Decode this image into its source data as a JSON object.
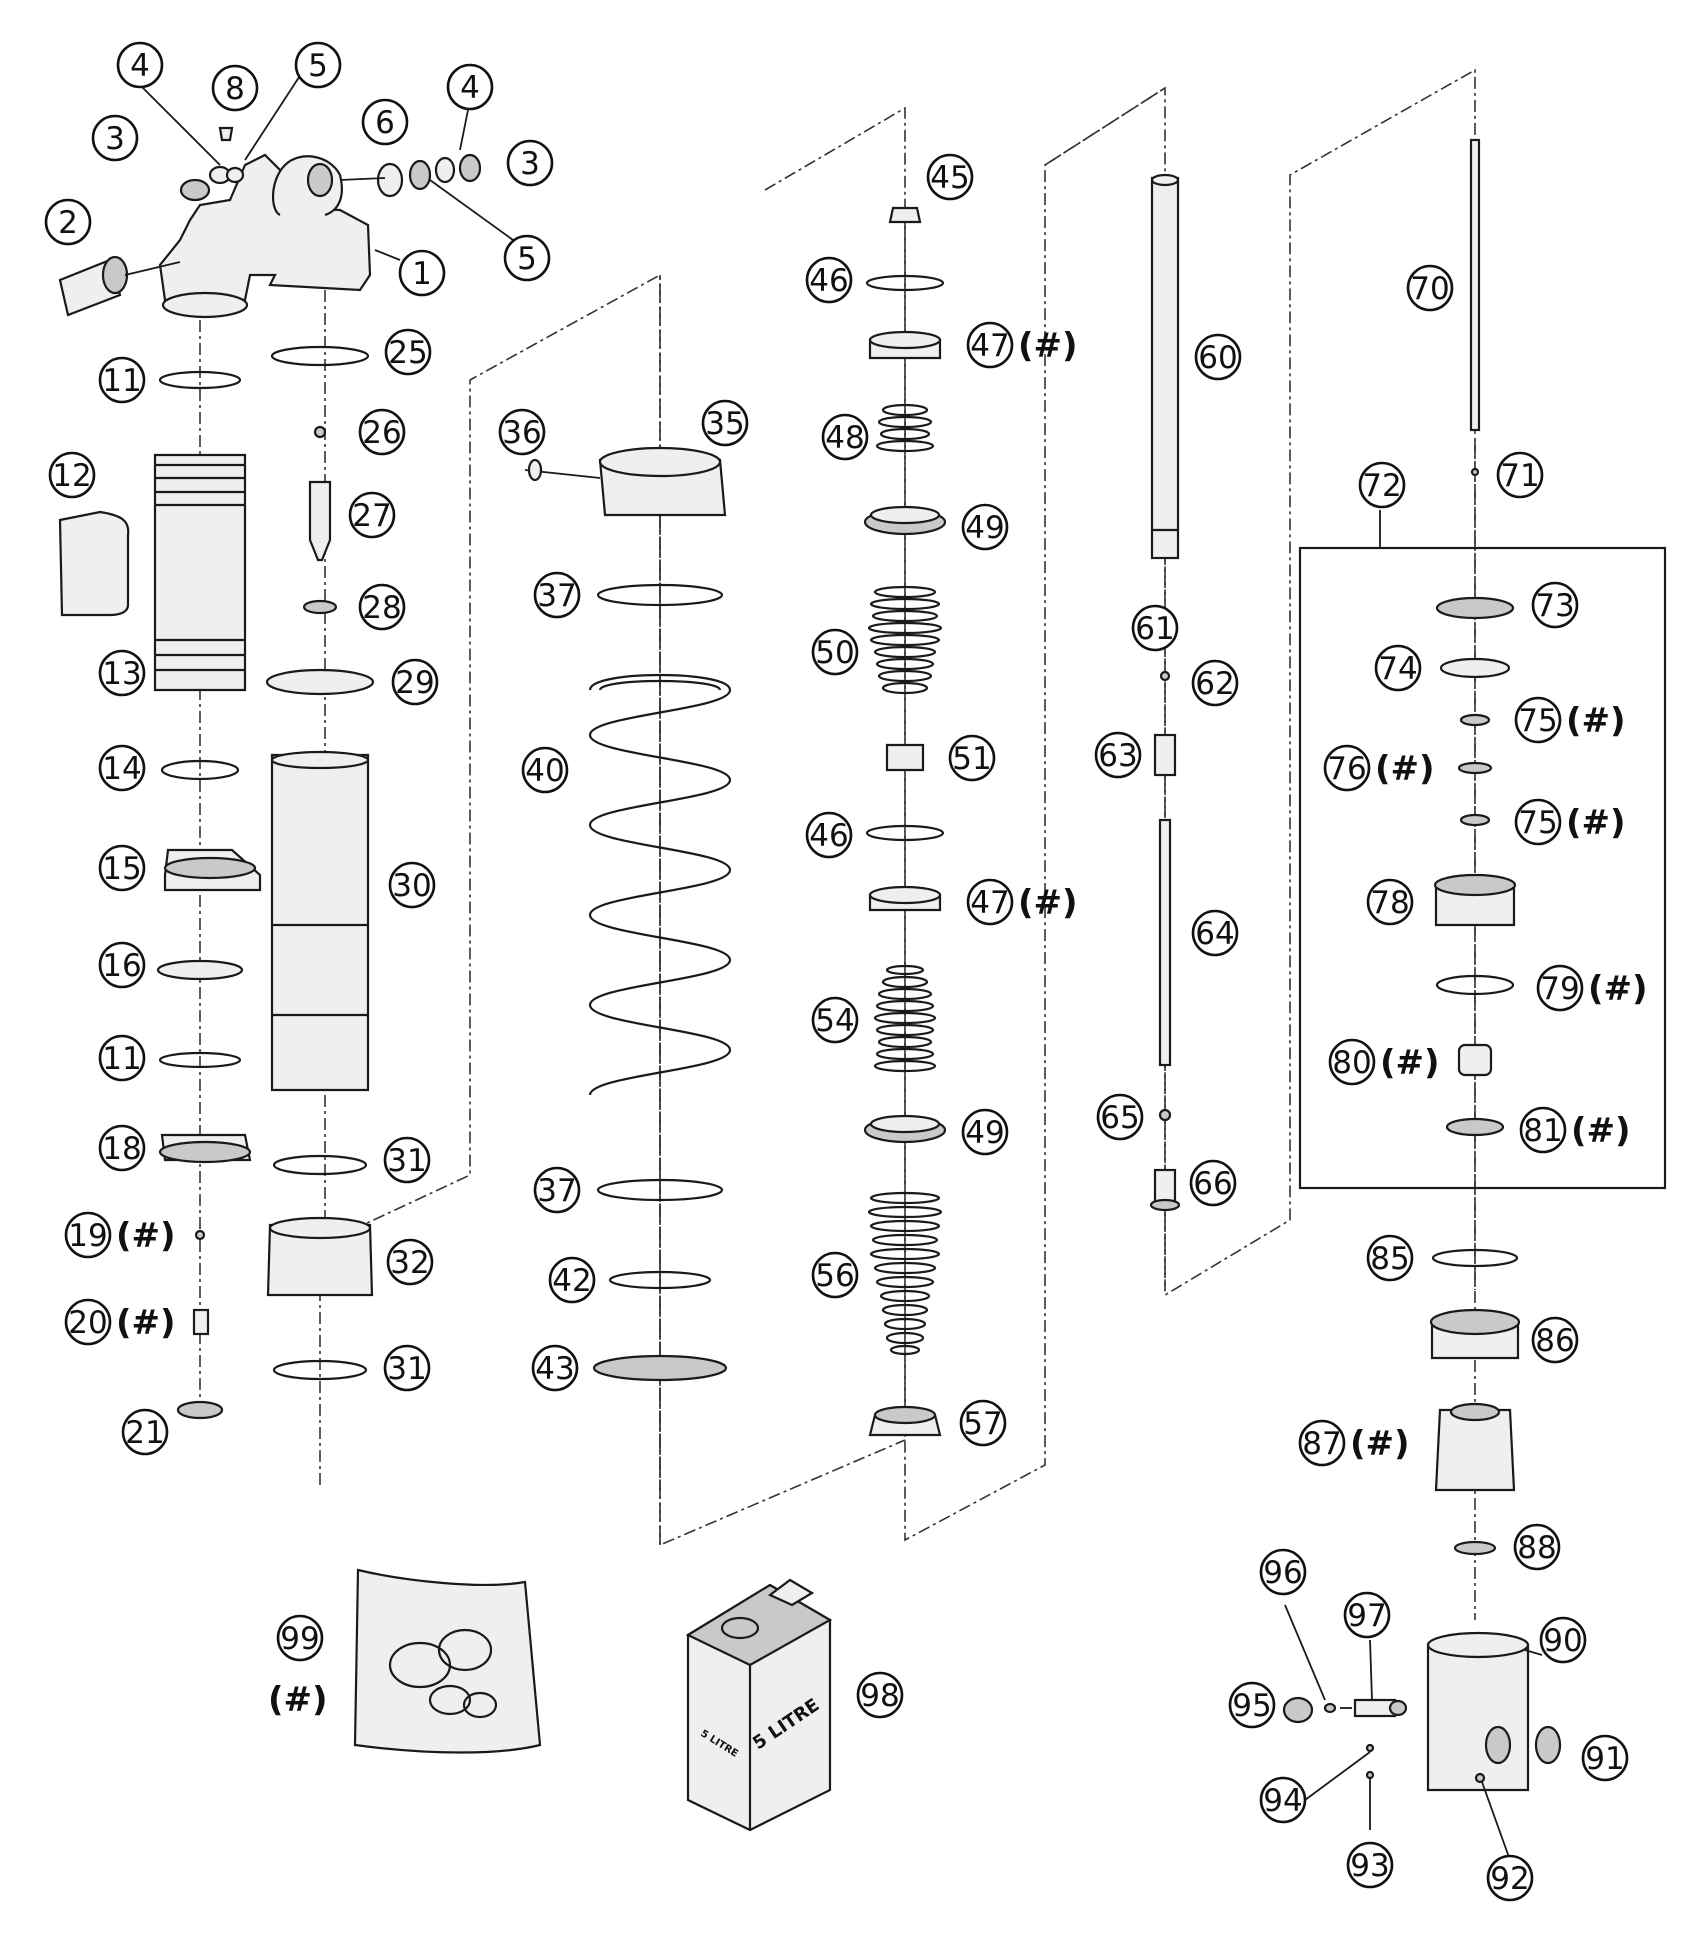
{
  "diagram": {
    "callout_numbers": [
      "1",
      "2",
      "3",
      "3",
      "4",
      "4",
      "5",
      "5",
      "6",
      "8",
      "11",
      "11",
      "12",
      "13",
      "14",
      "15",
      "16",
      "18",
      "19",
      "20",
      "21",
      "25",
      "26",
      "27",
      "28",
      "29",
      "30",
      "31",
      "31",
      "32",
      "35",
      "36",
      "37",
      "37",
      "40",
      "42",
      "43",
      "45",
      "46",
      "46",
      "47",
      "47",
      "48",
      "49",
      "49",
      "50",
      "51",
      "54",
      "56",
      "57",
      "60",
      "61",
      "62",
      "63",
      "64",
      "65",
      "66",
      "70",
      "71",
      "72",
      "73",
      "74",
      "75",
      "75",
      "76",
      "78",
      "79",
      "80",
      "81",
      "85",
      "86",
      "87",
      "88",
      "90",
      "91",
      "92",
      "93",
      "94",
      "95",
      "96",
      "97",
      "98",
      "99"
    ],
    "optional_mark": "(#)",
    "can_label": "5 LITRE",
    "can_side_label": "5 LITRE"
  }
}
